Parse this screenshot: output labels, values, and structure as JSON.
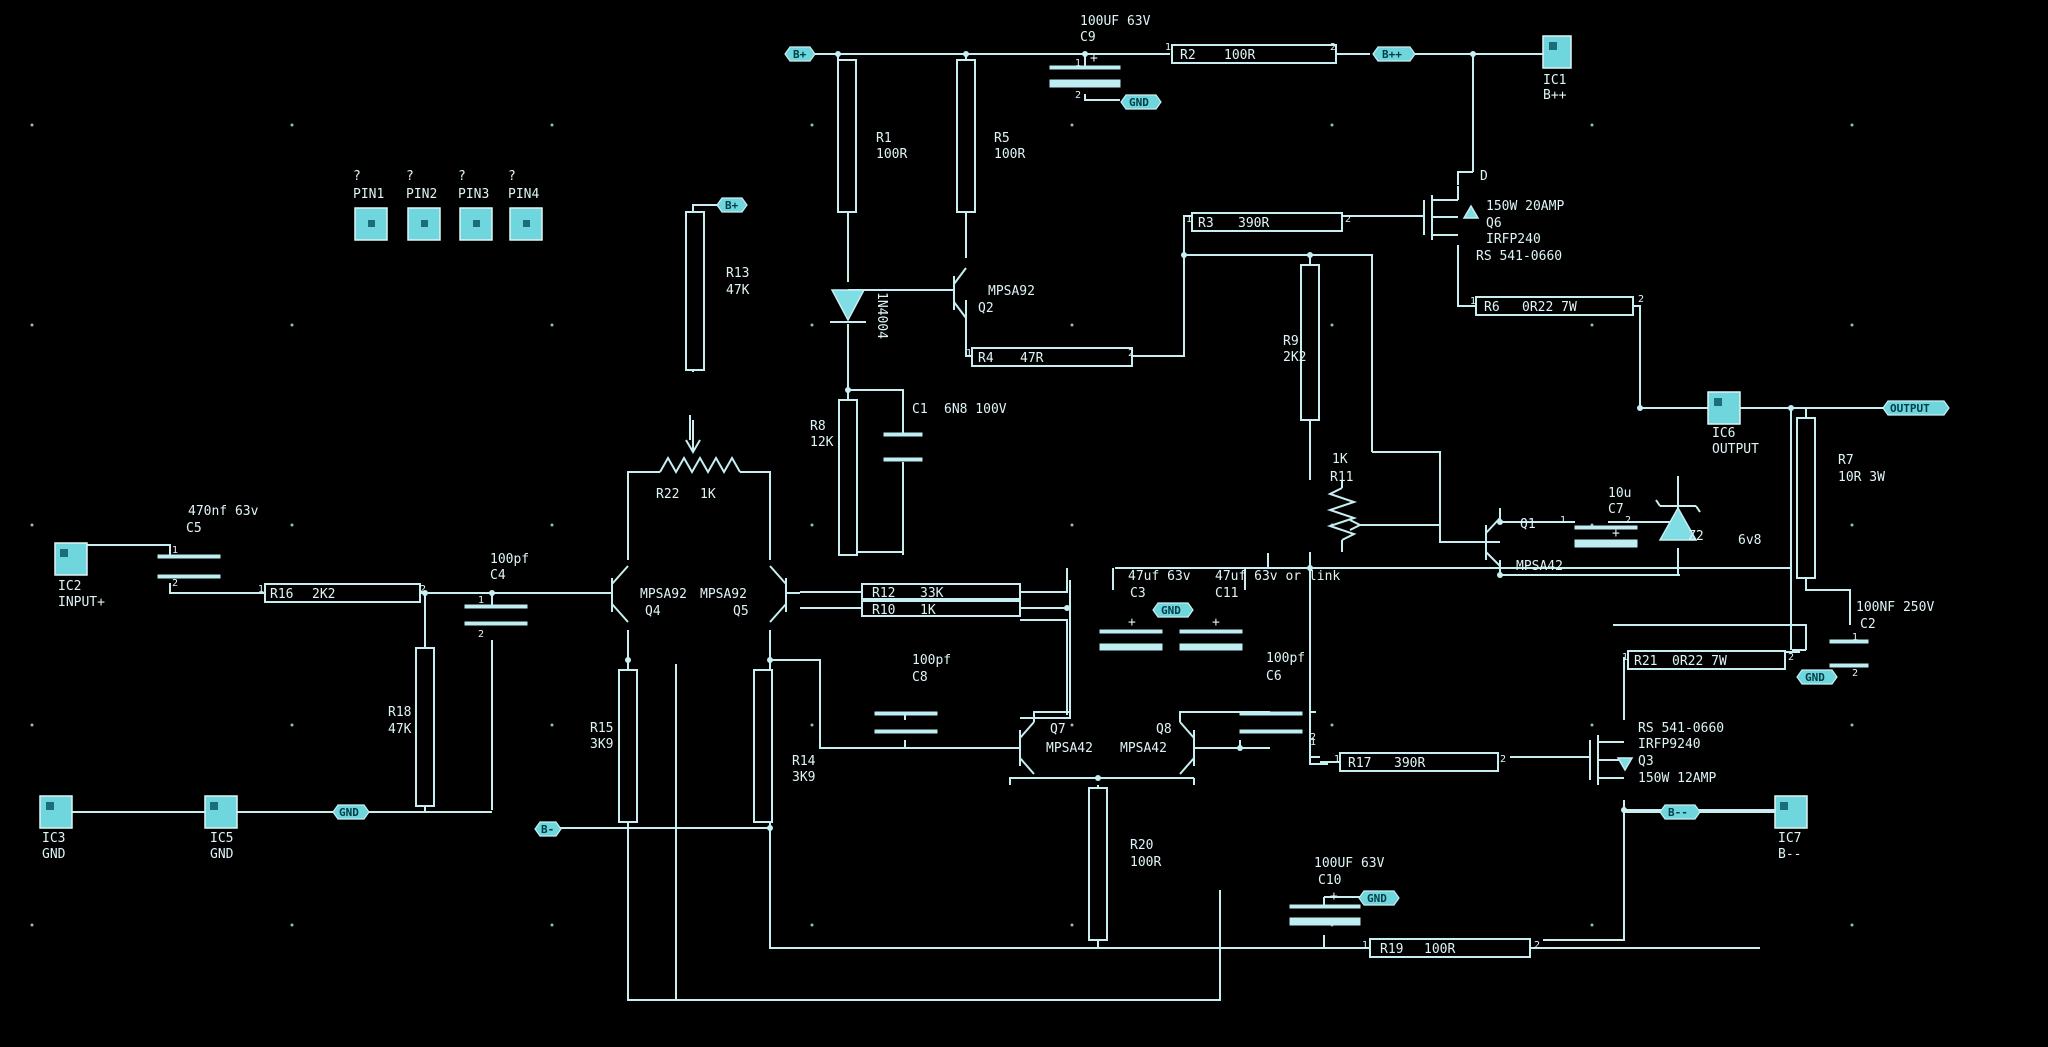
{
  "schematic": {
    "title": "",
    "colors": {
      "background": "#000000",
      "wire": "#c8eef2",
      "tag_fill": "#6fd6de"
    },
    "net_tags": [
      {
        "id": "bplus_top",
        "text": "B+"
      },
      {
        "id": "bplusplus_top",
        "text": "B++"
      },
      {
        "id": "gnd_c9",
        "text": "GND"
      },
      {
        "id": "bplus_r13",
        "text": "B+"
      },
      {
        "id": "output",
        "text": "OUTPUT"
      },
      {
        "id": "gnd_c3",
        "text": "GND"
      },
      {
        "id": "gnd_d2",
        "text": "GND"
      },
      {
        "id": "gnd_ic5",
        "text": "GND"
      },
      {
        "id": "b_left",
        "text": "B-"
      },
      {
        "id": "bminus_right",
        "text": "B--"
      },
      {
        "id": "gnd_c10",
        "text": "GND"
      }
    ],
    "connectors": [
      {
        "id": "ic1",
        "ref": "IC1",
        "net": "B++"
      },
      {
        "id": "ic2",
        "ref": "IC2",
        "net": "INPUT+"
      },
      {
        "id": "ic3",
        "ref": "IC3",
        "net": "GND"
      },
      {
        "id": "ic5",
        "ref": "IC5",
        "net": "GND"
      },
      {
        "id": "ic6",
        "ref": "IC6",
        "net": "OUTPUT"
      },
      {
        "id": "ic7",
        "ref": "IC7",
        "net": "B--"
      }
    ],
    "pins": [
      {
        "id": "pin1",
        "q": "?",
        "ref": "PIN1"
      },
      {
        "id": "pin2",
        "q": "?",
        "ref": "PIN2"
      },
      {
        "id": "pin3",
        "q": "?",
        "ref": "PIN3"
      },
      {
        "id": "pin4",
        "q": "?",
        "ref": "PIN4"
      }
    ],
    "resistors": [
      {
        "id": "r1",
        "ref": "R1",
        "value": "100R"
      },
      {
        "id": "r2",
        "ref": "R2",
        "value": "100R"
      },
      {
        "id": "r3",
        "ref": "R3",
        "value": "390R"
      },
      {
        "id": "r4",
        "ref": "R4",
        "value": "47R"
      },
      {
        "id": "r5",
        "ref": "R5",
        "value": "100R"
      },
      {
        "id": "r6",
        "ref": "R6",
        "value": "0R22 7W"
      },
      {
        "id": "r7",
        "ref": "R7",
        "value": "10R 3W"
      },
      {
        "id": "r8",
        "ref": "R8",
        "value": "12K"
      },
      {
        "id": "r9",
        "ref": "R9",
        "value": "2K2"
      },
      {
        "id": "r10",
        "ref": "R10",
        "value": "1K"
      },
      {
        "id": "r12",
        "ref": "R12",
        "value": "33K"
      },
      {
        "id": "r13",
        "ref": "R13",
        "value": "47K"
      },
      {
        "id": "r14",
        "ref": "R14",
        "value": "3K9"
      },
      {
        "id": "r15",
        "ref": "R15",
        "value": "3K9"
      },
      {
        "id": "r16",
        "ref": "R16",
        "value": "2K2"
      },
      {
        "id": "r17",
        "ref": "R17",
        "value": "390R"
      },
      {
        "id": "r18",
        "ref": "R18",
        "value": "47K"
      },
      {
        "id": "r19",
        "ref": "R19",
        "value": "100R"
      },
      {
        "id": "r20",
        "ref": "R20",
        "value": "100R"
      },
      {
        "id": "r21",
        "ref": "R21",
        "value": "0R22 7W"
      }
    ],
    "pots": [
      {
        "id": "r22",
        "ref": "R22",
        "value": "1K"
      },
      {
        "id": "r11",
        "ref": "R11",
        "value": "1K"
      }
    ],
    "capacitors": [
      {
        "id": "c1",
        "ref": "C1",
        "value": "6N8 100V"
      },
      {
        "id": "c2",
        "ref": "C2",
        "value": "100NF 250V"
      },
      {
        "id": "c3",
        "ref": "C3",
        "value": "47uf 63v"
      },
      {
        "id": "c4",
        "ref": "C4",
        "value": "100pf"
      },
      {
        "id": "c5",
        "ref": "C5",
        "value": "470nf 63v"
      },
      {
        "id": "c6",
        "ref": "C6",
        "value": "100pf"
      },
      {
        "id": "c7",
        "ref": "C7",
        "value": "10u"
      },
      {
        "id": "c8",
        "ref": "C8",
        "value": "100pf"
      },
      {
        "id": "c9",
        "ref": "C9",
        "value": "100UF 63V"
      },
      {
        "id": "c10",
        "ref": "C10",
        "value": "100UF 63V"
      },
      {
        "id": "c11",
        "ref": "C11",
        "value": "47uf 63v or link"
      }
    ],
    "transistors": [
      {
        "id": "q1",
        "ref": "Q1",
        "part": "MPSA42"
      },
      {
        "id": "q2",
        "ref": "Q2",
        "part": "MPSA92"
      },
      {
        "id": "q4",
        "ref": "Q4",
        "part": "MPSA92"
      },
      {
        "id": "q5",
        "ref": "Q5",
        "part": "MPSA92"
      },
      {
        "id": "q7",
        "ref": "Q7",
        "part": "MPSA42"
      },
      {
        "id": "q8",
        "ref": "Q8",
        "part": "MPSA42"
      }
    ],
    "mosfets": [
      {
        "id": "q6",
        "ref": "Q6",
        "rating": "150W 20AMP",
        "part": "IRFP240",
        "stock": "RS 541-0660"
      },
      {
        "id": "q3",
        "ref": "Q3",
        "rating": "150W 12AMP",
        "part": "IRFP9240",
        "stock": "RS 541-0660"
      }
    ],
    "diodes": [
      {
        "id": "d1",
        "ref": "1N4004"
      },
      {
        "id": "d2",
        "ref": "Z2",
        "value": "6v8"
      }
    ]
  }
}
